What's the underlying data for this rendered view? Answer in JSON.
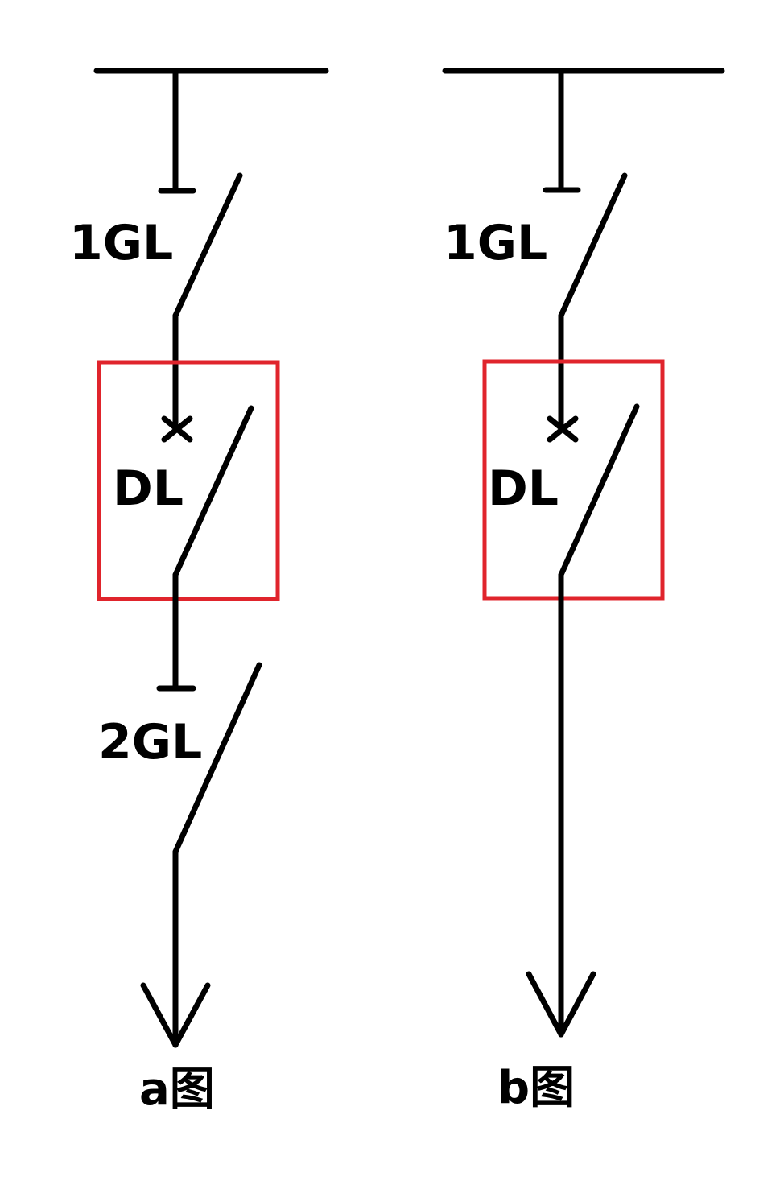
{
  "colors": {
    "line": "#000000",
    "highlight_box": "#E0242C",
    "background": "#FFFFFF"
  },
  "diagram_a": {
    "caption": "a图",
    "components": [
      {
        "id": "1GL",
        "label": "1GL",
        "type": "disconnector"
      },
      {
        "id": "DL",
        "label": "DL",
        "type": "circuit-breaker",
        "highlighted": true
      },
      {
        "id": "2GL",
        "label": "2GL",
        "type": "disconnector"
      }
    ],
    "labels": {
      "disconnector_1": "1GL",
      "breaker": "DL",
      "disconnector_2": "2GL"
    }
  },
  "diagram_b": {
    "caption": "b图",
    "components": [
      {
        "id": "1GL",
        "label": "1GL",
        "type": "disconnector"
      },
      {
        "id": "DL",
        "label": "DL",
        "type": "circuit-breaker",
        "highlighted": true
      }
    ],
    "labels": {
      "disconnector_1": "1GL",
      "breaker": "DL"
    }
  }
}
